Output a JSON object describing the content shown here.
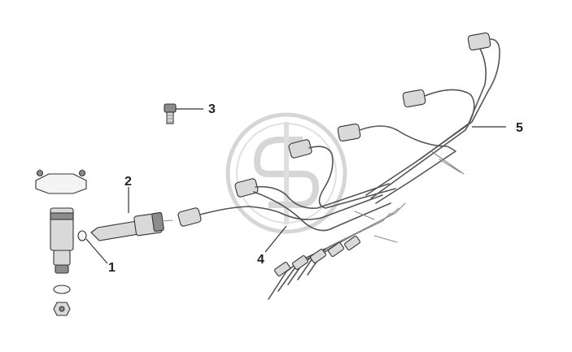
{
  "callouts": [
    {
      "id": "1",
      "label": "1"
    },
    {
      "id": "2",
      "label": "2"
    },
    {
      "id": "3",
      "label": "3"
    },
    {
      "id": "4",
      "label": "4"
    },
    {
      "id": "5",
      "label": "5"
    }
  ],
  "colors": {
    "line": "#555555",
    "part_fill": "#d9d9d9",
    "part_dark": "#8c8c8c",
    "watermark": "#b5b5b5"
  }
}
